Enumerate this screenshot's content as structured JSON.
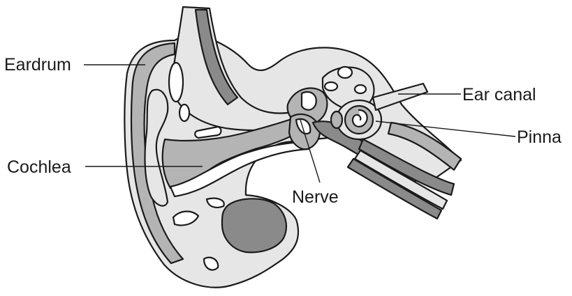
{
  "labels": {
    "eardrum": "Eardrum",
    "cochlea": "Cochlea",
    "nerve": "Nerve",
    "ear_canal": "Ear canal",
    "pinna": "Pinna"
  },
  "colors": {
    "outline": "#1a1a1a",
    "light_tissue": "#e6e6e6",
    "mid_tissue": "#b4b4b4",
    "dark_tissue": "#8a8a8a"
  }
}
